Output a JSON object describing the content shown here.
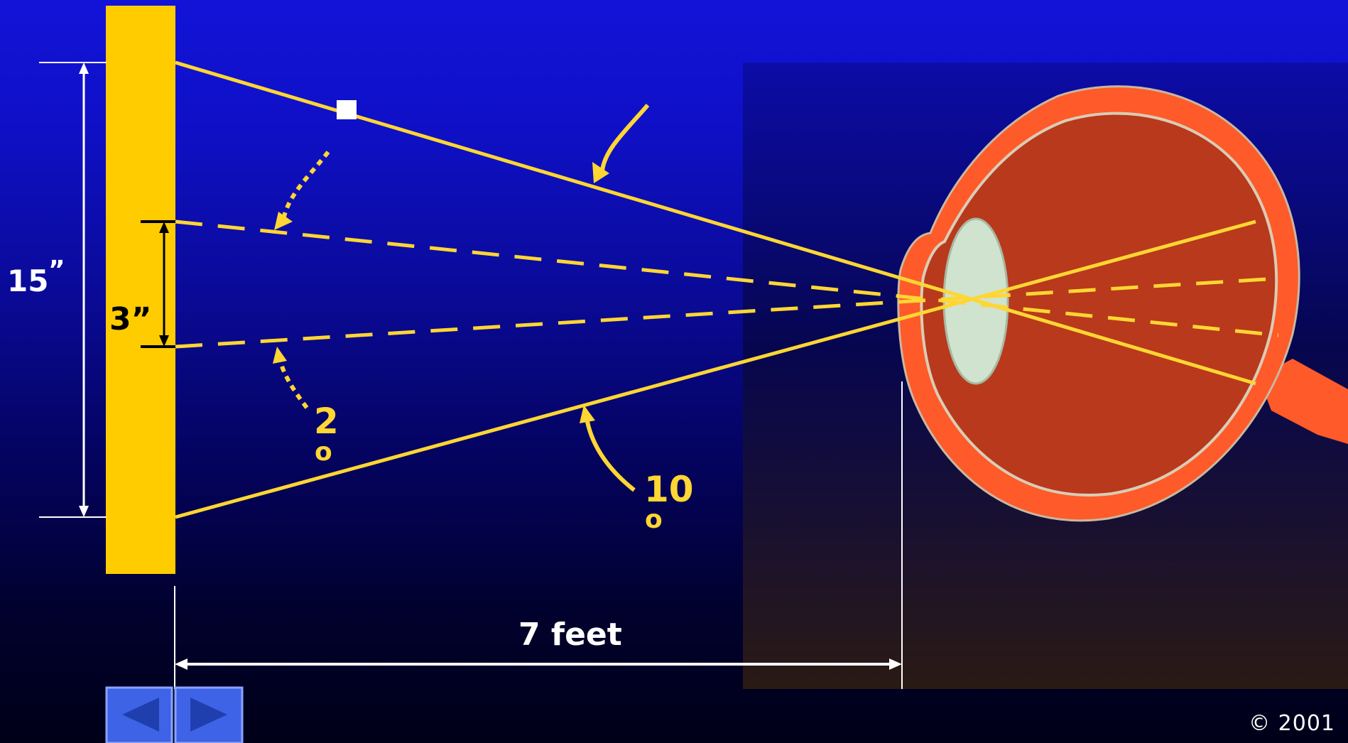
{
  "labels": {
    "total_height": "15",
    "total_height_mark": "”",
    "small_height": "3”",
    "small_angle_value": "2",
    "small_angle_unit": "o",
    "large_angle_value": "10",
    "large_angle_unit": "o",
    "distance": "7 feet"
  },
  "footer": {
    "copyright": "© 2001"
  },
  "navigation": {
    "back_icon": "triangle-left-icon",
    "forward_icon": "triangle-right-icon"
  },
  "colors": {
    "accent_yellow": "#ffcc00",
    "ray_yellow": "#ffd633",
    "line_white": "#ffffff",
    "eye_sclera": "#ff5a2a",
    "eye_interior": "#b8391c",
    "lens": "#cfe3cf",
    "nav_button": "#3f63e6"
  }
}
